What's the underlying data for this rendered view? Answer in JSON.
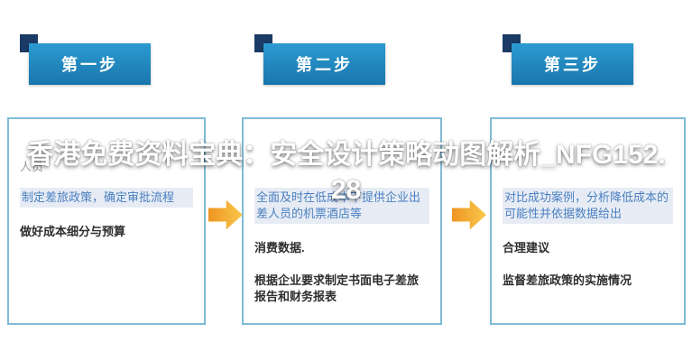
{
  "overlay": {
    "title": "香港免费资料宝典：安全设计策略动图解析_NFG152.28"
  },
  "steps": [
    {
      "label": "第一步",
      "muted": "人员",
      "highlight": "制定差旅政策，确定审批流程",
      "bold_items": [
        "做好成本细分与预算"
      ]
    },
    {
      "label": "第二步",
      "muted": "",
      "highlight": "全面及时在低成本下提供企业出差人员的机票酒店等",
      "bold_items": [
        "消费数据.",
        "根据企业要求制定书面电子差旅报告和财务报表"
      ]
    },
    {
      "label": "第三步",
      "muted": "",
      "highlight": "对比成功案例，分析降低成本的可能性并依据数据给出",
      "bold_items": [
        "合理建议",
        "监督差旅政策的实施情况"
      ]
    }
  ],
  "colors": {
    "header_blue_top": "#2b9bd1",
    "header_blue_bottom": "#1a76ac",
    "accent_navy": "#1b3a66",
    "box_border": "#7fbbd7",
    "arrow_orange": "#ee9522",
    "highlight_text": "#4a7fc1",
    "highlight_bg": "#e7ecf4"
  }
}
